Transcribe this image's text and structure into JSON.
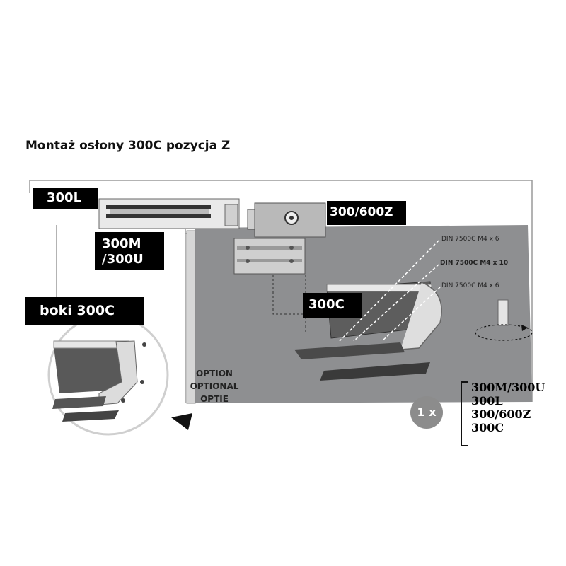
{
  "title": "Montaż osłony 300C pozycja Z",
  "labels": {
    "l300l": "300L",
    "l300_600z": "300/600Z",
    "l300m_line1": "300M",
    "l300m_line2": "/300U",
    "boki": "boki 300C",
    "l300c": "300C"
  },
  "screws": [
    "DIN 7500C M4 x 6",
    "DIN 7500C M4 x 10",
    "DIN 7500C M4 x 6"
  ],
  "option_text": [
    "OPTION",
    "OPTIONAL",
    "OPTIE"
  ],
  "quantity": "1 x",
  "compatible_models": [
    "300M/300U",
    "300L",
    "300/600Z",
    "300C"
  ],
  "colors": {
    "door_panel": "#8e8f91",
    "frame_line": "#9a9a9a",
    "label_bg": "#000000",
    "badge_bg": "#8c8c8c"
  }
}
